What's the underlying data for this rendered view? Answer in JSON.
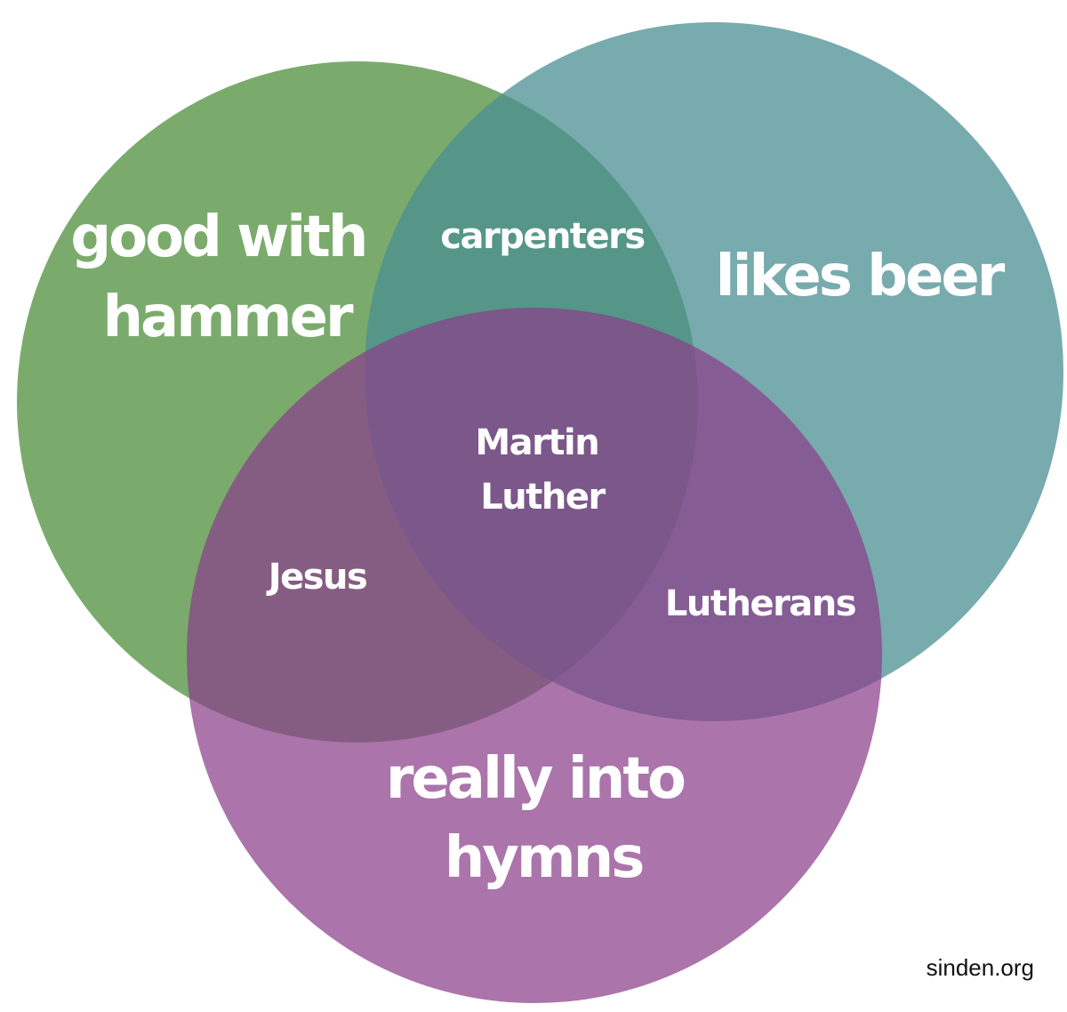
{
  "sets": [
    {
      "id": "hammer",
      "label_lines": [
        "good with",
        "hammer"
      ],
      "color": "#4e8f3b"
    },
    {
      "id": "beer",
      "label_lines": [
        "likes beer"
      ],
      "color": "#4a8f91"
    },
    {
      "id": "hymns",
      "label_lines": [
        "really into",
        "hymns"
      ],
      "color": "#8a3f8a"
    }
  ],
  "intersections": {
    "hammer_beer": {
      "label_lines": [
        "carpenters"
      ]
    },
    "hammer_hymns": {
      "label_lines": [
        "Jesus"
      ]
    },
    "beer_hymns": {
      "label_lines": [
        "Lutherans"
      ]
    },
    "all_three": {
      "label_lines": [
        "Martin",
        "Luther"
      ]
    }
  },
  "credit": "sinden.org"
}
